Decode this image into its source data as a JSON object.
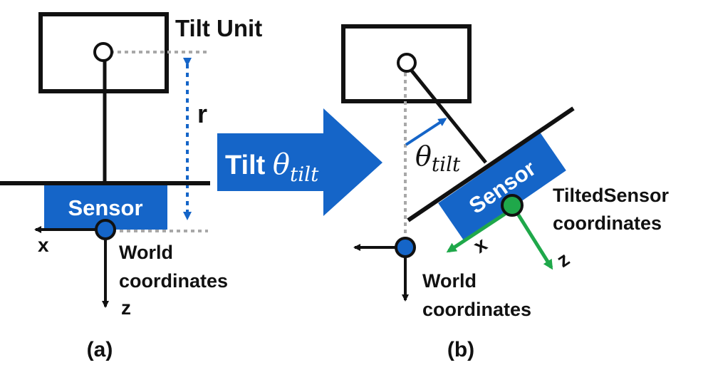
{
  "colors": {
    "blue": "#1565c8",
    "green": "#1fa84a",
    "black": "#111111",
    "grey": "#a8a8a8",
    "white": "#ffffff"
  },
  "panel_a": {
    "title": "Tilt Unit",
    "r_label": "r",
    "sensor_label": "Sensor",
    "x_label": "x",
    "z_label": "z",
    "world_line1": "World",
    "world_line2": "coordinates",
    "caption": "(a)"
  },
  "arrow": {
    "label_text": "Tilt ",
    "theta": "θ",
    "subscript": "tilt"
  },
  "panel_b": {
    "theta": "θ",
    "subscript": "tilt",
    "sensor_label": "Sensor",
    "x_label": "x",
    "z_label": "z",
    "tilted_line1": "TiltedSensor",
    "tilted_line2": "coordinates",
    "world_line1": "World",
    "world_line2": "coordinates",
    "caption": "(b)"
  }
}
